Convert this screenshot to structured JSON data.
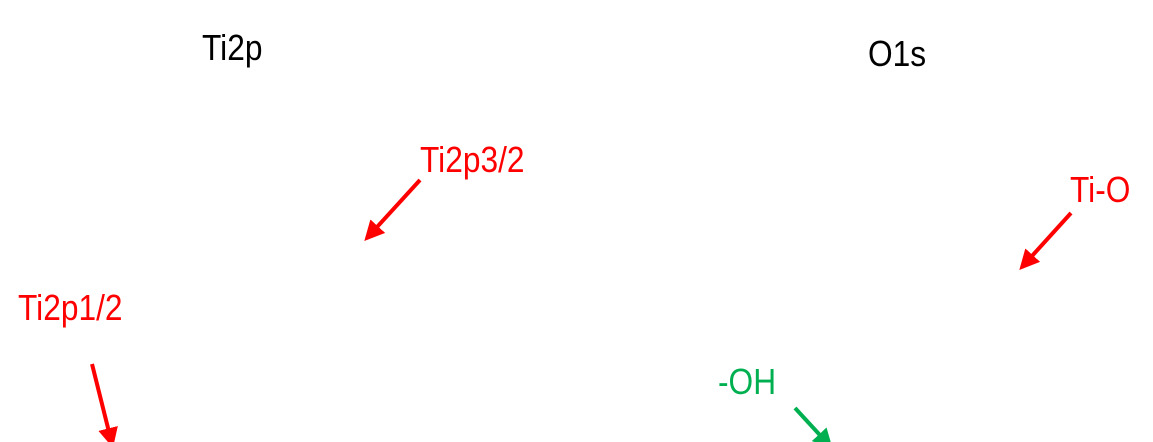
{
  "panels": [
    {
      "title": "Ti2p",
      "annotations": [
        {
          "label": "Ti2p3/2",
          "color": "#ff0000"
        },
        {
          "label": "Ti2p1/2",
          "color": "#ff0000"
        }
      ]
    },
    {
      "title": "O1s",
      "annotations": [
        {
          "label": "Ti-O",
          "color": "#ff0000"
        },
        {
          "label": "-OH",
          "color": "#00b050"
        }
      ]
    }
  ]
}
